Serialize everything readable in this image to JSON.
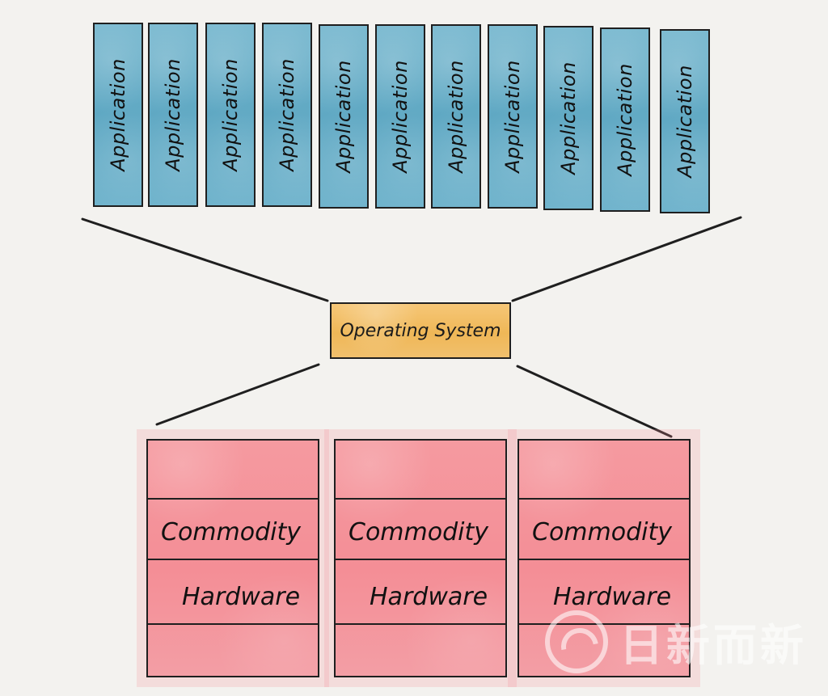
{
  "diagram": {
    "applications": [
      "Application",
      "Application",
      "Application",
      "Application",
      "Application",
      "Application",
      "Application",
      "Application",
      "Application",
      "Application",
      "Application"
    ],
    "operating_system": "Operating System",
    "hardware": [
      {
        "top": "Commodity",
        "bottom": "Hardware"
      },
      {
        "top": "Commodity",
        "bottom": "Hardware"
      },
      {
        "top": "Commodity",
        "bottom": "Hardware"
      }
    ],
    "watermark": {
      "icon": "logo-icon",
      "text": "日新而新"
    },
    "colors": {
      "background": "#f3f2ef",
      "application": "#6fb3cc",
      "operating_system": "#f2bb5c",
      "hardware": "#f4939a",
      "stroke": "#1f1f1f"
    }
  }
}
